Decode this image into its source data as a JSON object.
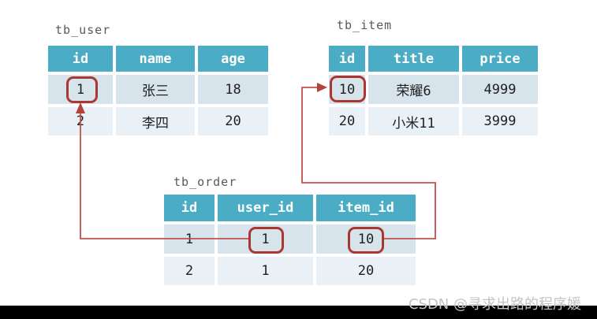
{
  "diagram": {
    "type": "database-table-relationship",
    "colors": {
      "header_bg": "#4bacc6",
      "header_text": "#ffffff",
      "row_odd_bg": "#d7e4ec",
      "row_even_bg": "#eaf1f6",
      "highlight_border": "#a93832",
      "connector_line": "#c0504d",
      "title_text": "#595959",
      "footer_bar": "#000000",
      "watermark_text": "#c3c3c3"
    }
  },
  "tables": {
    "user": {
      "title": "tb_user",
      "columns": [
        "id",
        "name",
        "age"
      ],
      "rows": [
        [
          "1",
          "张三",
          "18"
        ],
        [
          "2",
          "李四",
          "20"
        ]
      ]
    },
    "item": {
      "title": "tb_item",
      "columns": [
        "id",
        "title",
        "price"
      ],
      "rows": [
        [
          "10",
          "荣耀6",
          "4999"
        ],
        [
          "20",
          "小米11",
          "3999"
        ]
      ]
    },
    "order": {
      "title": "tb_order",
      "columns": [
        "id",
        "user_id",
        "item_id"
      ],
      "rows": [
        [
          "1",
          "1",
          "10"
        ],
        [
          "2",
          "1",
          "20"
        ]
      ]
    }
  },
  "relationships": [
    {
      "from": "tb_order.user_id = 1",
      "to": "tb_user.id = 1"
    },
    {
      "from": "tb_order.item_id = 10",
      "to": "tb_item.id = 10"
    }
  ],
  "highlighted_values": [
    "tb_user.id:1",
    "tb_item.id:10",
    "tb_order.user_id:1",
    "tb_order.item_id:10"
  ],
  "watermark": {
    "text": "CSDN @寻求出路的程序媛"
  }
}
